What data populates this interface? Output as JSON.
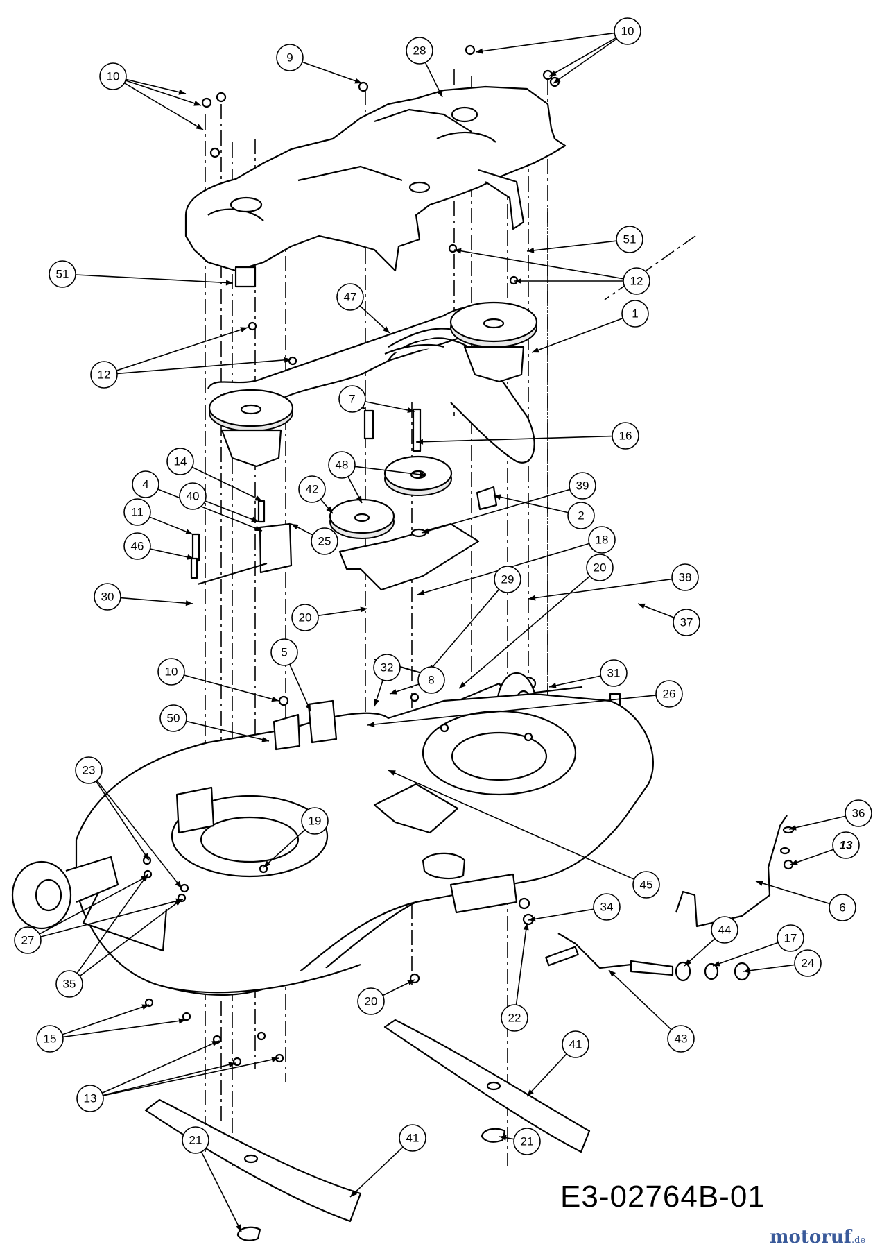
{
  "drawing_code": "E3-02764B-01",
  "watermark": {
    "name": "motoruf",
    "tld": ".de"
  },
  "callouts": [
    {
      "label": "10",
      "name": "part-10-top-left"
    },
    {
      "label": "9",
      "name": "part-9"
    },
    {
      "label": "28",
      "name": "part-28"
    },
    {
      "label": "10",
      "name": "part-10-top-right"
    },
    {
      "label": "51",
      "name": "part-51-right"
    },
    {
      "label": "12",
      "name": "part-12-right"
    },
    {
      "label": "51",
      "name": "part-51-left"
    },
    {
      "label": "47",
      "name": "part-47"
    },
    {
      "label": "1",
      "name": "part-1"
    },
    {
      "label": "12",
      "name": "part-12-left"
    },
    {
      "label": "7",
      "name": "part-7"
    },
    {
      "label": "16",
      "name": "part-16"
    },
    {
      "label": "14",
      "name": "part-14"
    },
    {
      "label": "48",
      "name": "part-48"
    },
    {
      "label": "4",
      "name": "part-4"
    },
    {
      "label": "40",
      "name": "part-40"
    },
    {
      "label": "42",
      "name": "part-42"
    },
    {
      "label": "39",
      "name": "part-39"
    },
    {
      "label": "11",
      "name": "part-11"
    },
    {
      "label": "2",
      "name": "part-2"
    },
    {
      "label": "46",
      "name": "part-46"
    },
    {
      "label": "25",
      "name": "part-25"
    },
    {
      "label": "18",
      "name": "part-18"
    },
    {
      "label": "20",
      "name": "part-20-upper-right"
    },
    {
      "label": "38",
      "name": "part-38"
    },
    {
      "label": "30",
      "name": "part-30"
    },
    {
      "label": "20",
      "name": "part-20-middle"
    },
    {
      "label": "29",
      "name": "part-29"
    },
    {
      "label": "37",
      "name": "part-37"
    },
    {
      "label": "10",
      "name": "part-10-middle"
    },
    {
      "label": "5",
      "name": "part-5"
    },
    {
      "label": "32",
      "name": "part-32"
    },
    {
      "label": "8",
      "name": "part-8"
    },
    {
      "label": "31",
      "name": "part-31"
    },
    {
      "label": "26",
      "name": "part-26"
    },
    {
      "label": "50",
      "name": "part-50"
    },
    {
      "label": "23",
      "name": "part-23"
    },
    {
      "label": "19",
      "name": "part-19"
    },
    {
      "label": "36",
      "name": "part-36"
    },
    {
      "label": "13",
      "name": "part-13-right"
    },
    {
      "label": "45",
      "name": "part-45"
    },
    {
      "label": "6",
      "name": "part-6"
    },
    {
      "label": "34",
      "name": "part-34"
    },
    {
      "label": "27",
      "name": "part-27"
    },
    {
      "label": "44",
      "name": "part-44"
    },
    {
      "label": "17",
      "name": "part-17"
    },
    {
      "label": "24",
      "name": "part-24"
    },
    {
      "label": "35",
      "name": "part-35"
    },
    {
      "label": "20",
      "name": "part-20-lower"
    },
    {
      "label": "22",
      "name": "part-22"
    },
    {
      "label": "15",
      "name": "part-15"
    },
    {
      "label": "43",
      "name": "part-43"
    },
    {
      "label": "41",
      "name": "part-41-right"
    },
    {
      "label": "13",
      "name": "part-13-lower"
    },
    {
      "label": "41",
      "name": "part-41-left"
    },
    {
      "label": "21",
      "name": "part-21-left"
    },
    {
      "label": "21",
      "name": "part-21-right"
    }
  ]
}
